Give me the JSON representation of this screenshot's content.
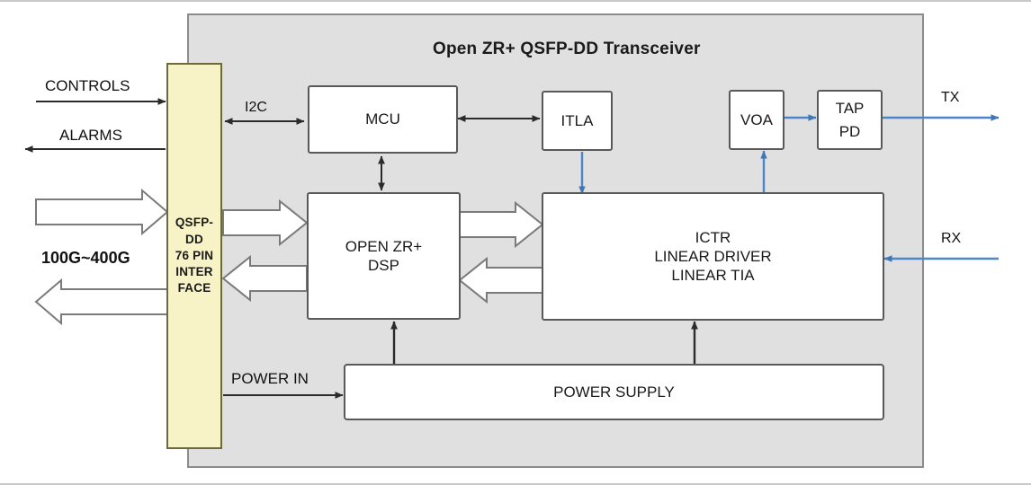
{
  "diagram": {
    "title": "Open ZR+ QSFP-DD Transceiver",
    "panel_color": "#e0e0e0",
    "interface_color": "#f7f3c6",
    "signal_color": "#4a86c8",
    "blocks": {
      "interface": {
        "line1": "QSFP-",
        "line2": "DD",
        "line3": "76 PIN",
        "line4": "INTER",
        "line5": "FACE"
      },
      "mcu": {
        "label": "MCU"
      },
      "itla": {
        "label": "ITLA"
      },
      "voa": {
        "label": "VOA"
      },
      "tap_pd": {
        "line1": "TAP",
        "line2": "PD"
      },
      "dsp": {
        "line1": "OPEN ZR+",
        "line2": "DSP"
      },
      "ictr": {
        "line1": "ICTR",
        "line2": "LINEAR DRIVER",
        "line3": "LINEAR TIA"
      },
      "power_supply": {
        "label": "POWER SUPPLY"
      }
    },
    "labels": {
      "controls": "CONTROLS",
      "alarms": "ALARMS",
      "data_rate": "100G~400G",
      "i2c": "I2C",
      "power_in": "POWER IN",
      "tx": "TX",
      "rx": "RX"
    }
  }
}
